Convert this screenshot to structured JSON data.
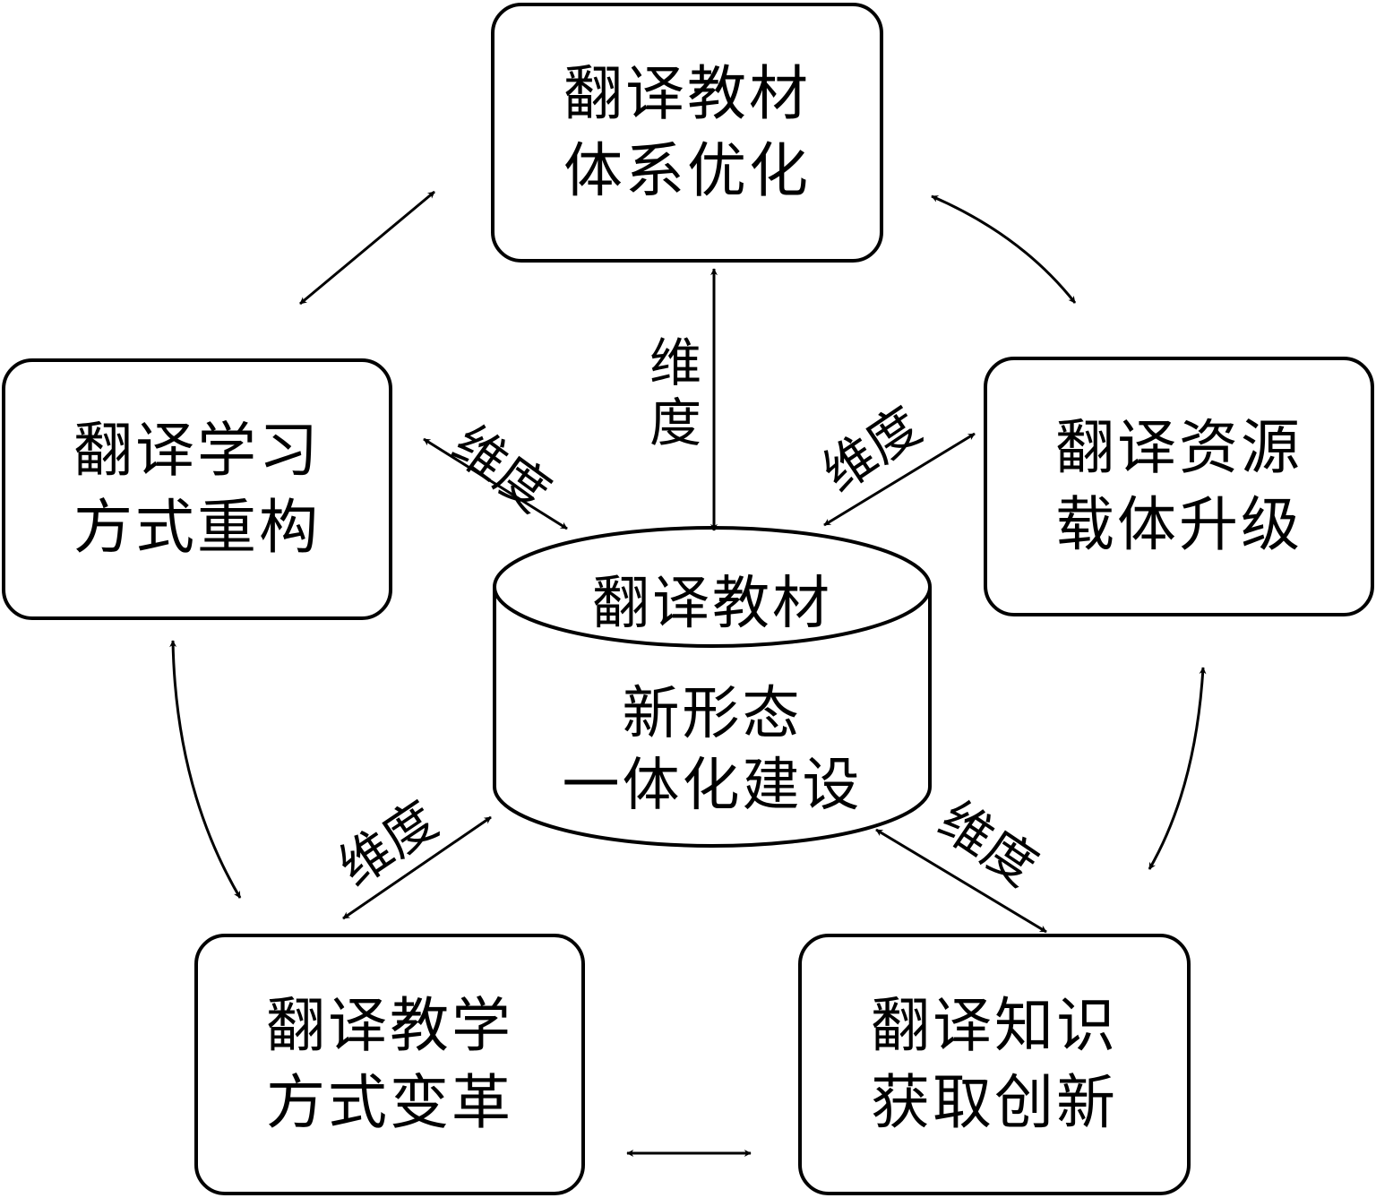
{
  "center": {
    "top_label": "翻译教材",
    "line1": "新形态",
    "line2": "一体化建设"
  },
  "boxes": {
    "top": {
      "line1": "翻译教材",
      "line2": "体系优化"
    },
    "left": {
      "line1": "翻译学习",
      "line2": "方式重构"
    },
    "right": {
      "line1": "翻译资源",
      "line2": "载体升级"
    },
    "bottom_left": {
      "line1": "翻译教学",
      "line2": "方式变革"
    },
    "bottom_right": {
      "line1": "翻译知识",
      "line2": "获取创新"
    }
  },
  "dimension_label": "维度"
}
